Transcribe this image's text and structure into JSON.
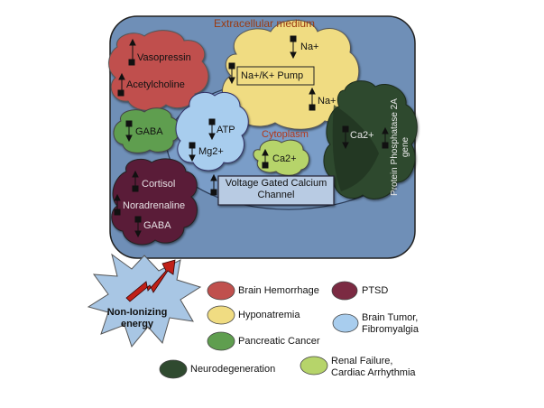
{
  "regions": {
    "extracellular": "Extracellular medium",
    "cytoplasm": "Cytoplasm"
  },
  "molecules": {
    "na_top": "Na+",
    "na_mid": "Na+",
    "pump": "Na+/K+ Pump",
    "vasopressin": "Vasopressin",
    "acetylcholine": "Acetylcholine",
    "gaba_upper": "GABA",
    "atp": "ATP",
    "mg": "Mg2+",
    "ca_cyto": "Ca2+",
    "ca_membrane": "Ca2+",
    "cortisol": "Cortisol",
    "noradrenaline": "Noradrenaline",
    "gaba_lower": "GABA",
    "vgcc_line1": "Voltage Gated Calcium",
    "vgcc_line2": "Channel",
    "pp2a_line1": "Protein Phosphatase 2A",
    "pp2a_line2": "gene"
  },
  "energy": {
    "line1": "Non-Ionizing",
    "line2": "energy"
  },
  "legend": [
    {
      "key": "brain_hemorrhage",
      "lines": [
        "Brain Hemorrhage"
      ],
      "color": "#c0504d"
    },
    {
      "key": "ptsd",
      "lines": [
        "PTSD"
      ],
      "color": "#7b2a42"
    },
    {
      "key": "hyponatremia",
      "lines": [
        "Hyponatremia"
      ],
      "color": "#f0dc82"
    },
    {
      "key": "brain_tumor",
      "lines": [
        "Brain Tumor,",
        "Fibromyalgia"
      ],
      "color": "#a8cdee"
    },
    {
      "key": "pancreatic_cancer",
      "lines": [
        "Pancreatic Cancer"
      ],
      "color": "#5f9e4f"
    },
    {
      "key": "neurodegeneration",
      "lines": [
        "Neurodegeneration"
      ],
      "color": "#2f4a2f"
    },
    {
      "key": "renal_failure",
      "lines": [
        "Renal Failure,",
        "Cardiac Arrhythmia"
      ],
      "color": "#b6d46a"
    }
  ],
  "colors": {
    "cell_fill": "#6f8fb7",
    "cytoplasm_fill": "#7a9dc8",
    "extracellular_text": "#9a3a10",
    "cytoplasm_text": "#b2381a"
  }
}
